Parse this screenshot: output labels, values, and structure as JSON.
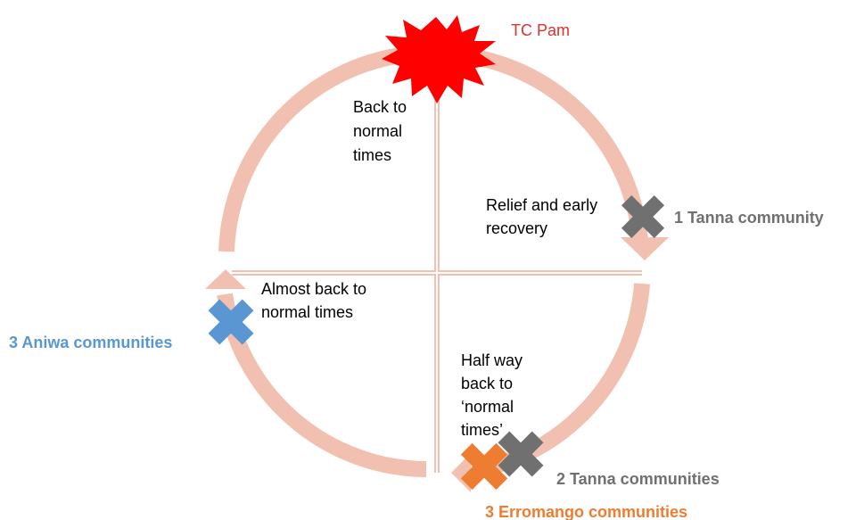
{
  "colors": {
    "cycle_arrow": "#f2c0b0",
    "divider": "#f2c0b0",
    "event_star": "#ff0000",
    "tc_label": "#e0302a",
    "marker_gray": "#707070",
    "marker_blue": "#5a97d2",
    "marker_orange": "#ee7d31",
    "label_gray": "#707070",
    "label_blue": "#5a97d2",
    "label_orange": "#ee7d31"
  },
  "event": {
    "label": "TC Pam",
    "icon": "explosion-star-icon"
  },
  "quadrants": {
    "top_left": {
      "lines": [
        "Back to",
        "normal",
        "times"
      ]
    },
    "top_right": {
      "lines": [
        "Relief and early",
        "recovery"
      ]
    },
    "bottom_right": {
      "lines": [
        "Half way",
        "back to",
        "‘normal",
        "times’"
      ]
    },
    "bottom_left": {
      "lines": [
        "Almost back to",
        "normal times"
      ]
    }
  },
  "markers": {
    "tanna_1": {
      "label": "1 Tanna community",
      "icon": "x-marker-icon"
    },
    "tanna_2": {
      "label": "2 Tanna communities",
      "icon": "x-marker-icon"
    },
    "erromango_3": {
      "label": "3 Erromango communities",
      "icon": "x-marker-icon"
    },
    "aniwa_3": {
      "label": "3 Aniwa communities",
      "icon": "x-marker-icon"
    }
  }
}
